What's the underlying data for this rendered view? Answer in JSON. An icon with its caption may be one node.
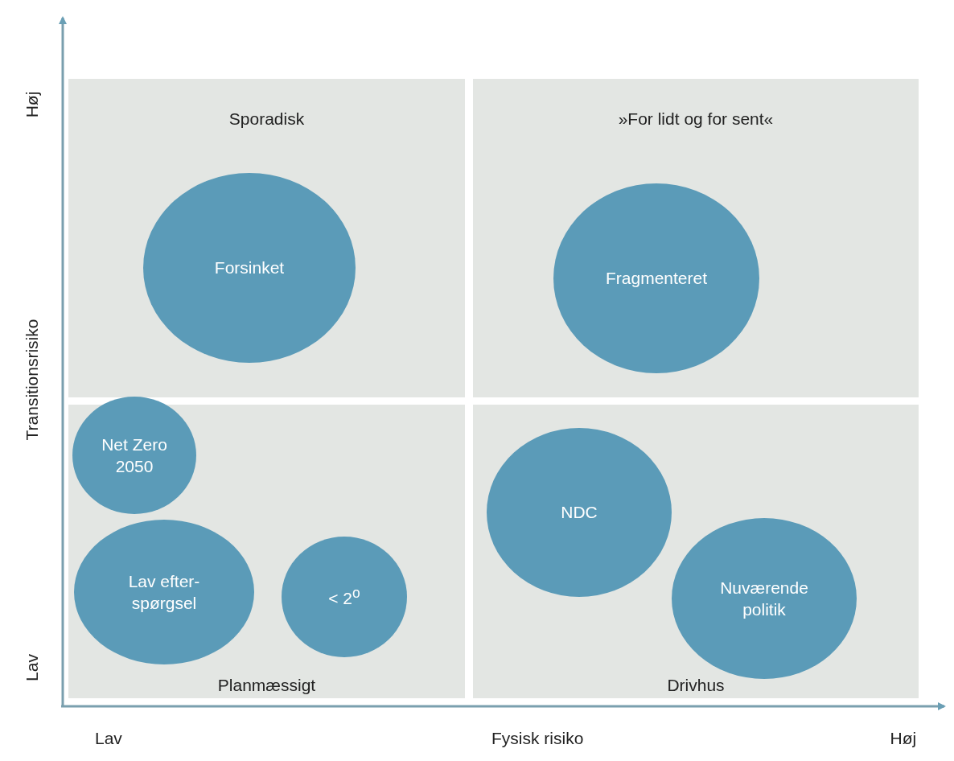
{
  "diagram": {
    "nodes": [
      {
        "text": [
          "Sporadisk"
        ]
      },
      {
        "text": [
          "Forsinket"
        ],
        "in": 0
      },
      {
        "text": [
          "»For lidt og for sent«"
        ]
      },
      {
        "text": [
          "Fragmenteret"
        ],
        "in": 2
      },
      {
        "text": [
          "Planmæssigt"
        ]
      },
      {
        "text": [
          "Net Zero 2050"
        ],
        "in": 4
      },
      {
        "text": [
          "Lav efter- spørgsel"
        ],
        "in": 4
      },
      {
        "text": [
          "< 2$^{o}$"
        ],
        "in": 4
      },
      {
        "text": [
          "Drivhus"
        ]
      },
      {
        "text": [
          "NDC"
        ],
        "in": 8
      },
      {
        "text": [
          "Nuværende politik"
        ],
        "in": 8
      }
    ],
    "edges": [],
    "labels": [
      "Høj",
      "Transitionsrisiko",
      "Lav",
      "Lav",
      "Fysisk risiko",
      "Høj"
    ]
  }
}
